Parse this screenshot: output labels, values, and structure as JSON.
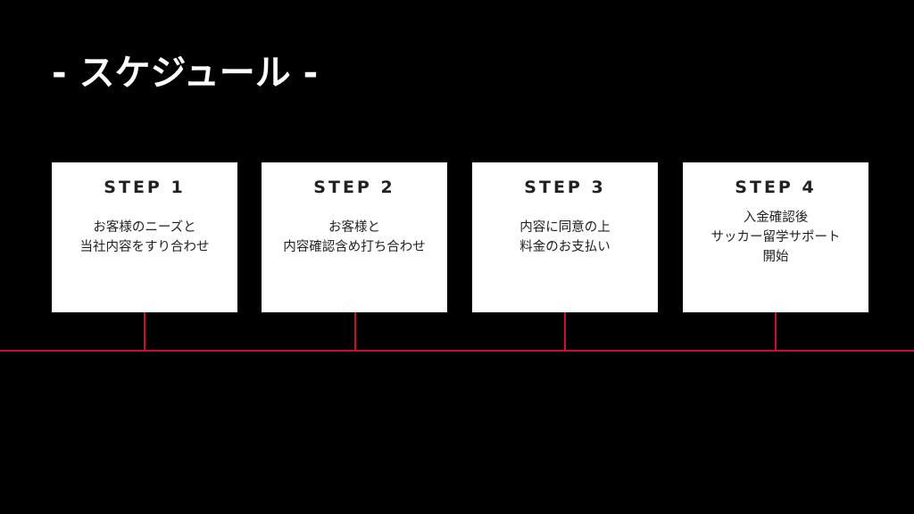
{
  "title": "- スケジュール -",
  "colors": {
    "background": "#000000",
    "card": "#ffffff",
    "timeline": "#c8102e",
    "title_text": "#ffffff",
    "card_text": "#222222"
  },
  "steps": [
    {
      "label": "STEP 1",
      "lines": [
        "お客様のニーズと",
        "当社内容をすり合わせ"
      ]
    },
    {
      "label": "STEP 2",
      "lines": [
        "お客様と",
        "内容確認含め打ち合わせ"
      ]
    },
    {
      "label": "STEP 3",
      "lines": [
        "内容に同意の上",
        "料金のお支払い"
      ]
    },
    {
      "label": "STEP 4",
      "lines": [
        "入金確認後",
        "サッカー留学サポート",
        "開始"
      ]
    }
  ]
}
